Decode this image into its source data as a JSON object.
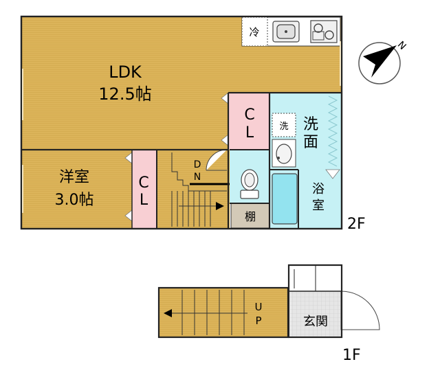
{
  "floors": {
    "upper": {
      "label": "2F",
      "rooms": {
        "ldk_name": "LDK",
        "ldk_size": "12.5帖",
        "western_name": "洋室",
        "western_size": "3.0帖",
        "cl_upper_1": "C",
        "cl_upper_2": "L",
        "cl_lower_1": "C",
        "cl_lower_2": "L",
        "washroom_1": "洗",
        "washroom_2": "面",
        "washer": "洗",
        "fridge": "冷",
        "bath_1": "浴",
        "bath_2": "室",
        "shelf": "棚",
        "stairs_dn_1": "D",
        "stairs_dn_2": "N"
      }
    },
    "lower": {
      "label": "1F",
      "rooms": {
        "entrance": "玄関",
        "stairs_up_1": "U",
        "stairs_up_2": "P"
      }
    }
  },
  "compass": {
    "label": "N"
  },
  "colors": {
    "wood": "#dcb45a",
    "closet": "#f8cfd3",
    "wet_area": "#c6f1f5",
    "shelf": "#d3c9b7",
    "entrance_floor": "#d9d9d9",
    "bathtub": "#93e3ef"
  }
}
